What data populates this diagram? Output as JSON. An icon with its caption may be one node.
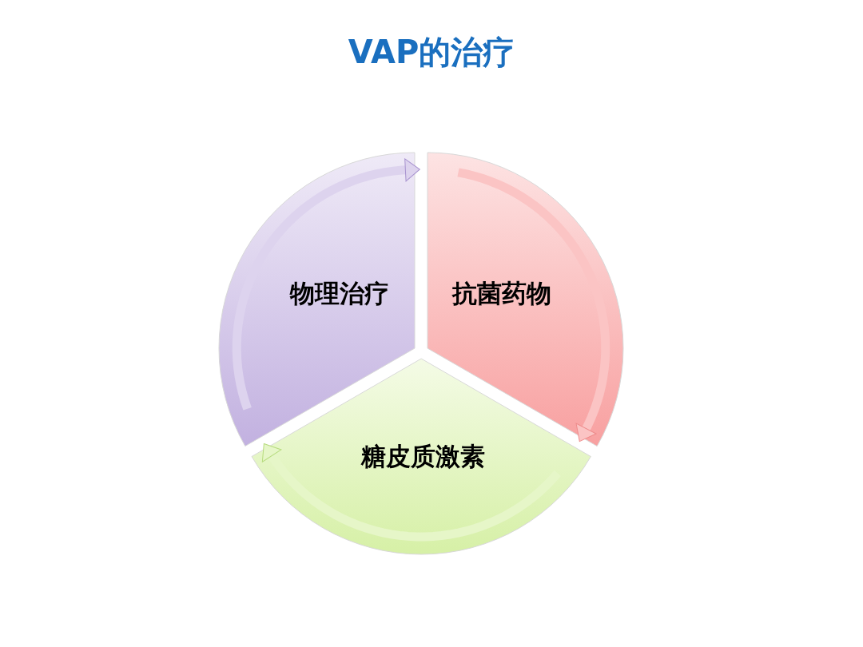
{
  "diagram": {
    "title": "VAP的治疗",
    "nodes": [
      {
        "text": [
          "物理治疗"
        ]
      },
      {
        "text": [
          "抗菌药物"
        ]
      },
      {
        "text": [
          "糖皮质激素"
        ]
      }
    ],
    "edges": [
      {
        "from": 0,
        "to": 1,
        "arrow": "to"
      },
      {
        "from": 1,
        "to": 2,
        "arrow": "to"
      },
      {
        "from": 2,
        "to": 0,
        "arrow": "to"
      }
    ]
  }
}
